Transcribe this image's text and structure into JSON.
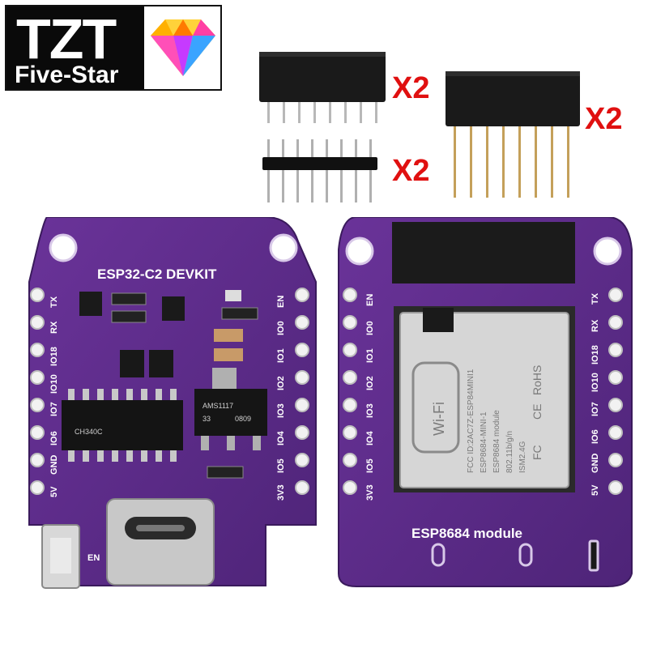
{
  "logo": {
    "brand": "TZT",
    "tagline": "Five-Star",
    "icon": "diamond-icon"
  },
  "headers": {
    "female_8pin_qty": "X2",
    "male_8pin_qty": "X2",
    "long_female_8pin_qty": "X2"
  },
  "devkit_board": {
    "title": "ESP32-C2 DEVKIT",
    "left_pins": [
      "TX",
      "RX",
      "IO18",
      "IO10",
      "IO7",
      "IO6",
      "GND",
      "5V"
    ],
    "right_pins": [
      "EN",
      "IO0",
      "IO1",
      "IO2",
      "IO3",
      "IO4",
      "IO5",
      "3V3"
    ],
    "usb_chip": "CH340C",
    "regulator_line1": "AMS1117",
    "regulator_line2": "33",
    "regulator_line3": "0809",
    "button_label": "EN",
    "colors": {
      "pcb": "#5a2a86",
      "pcb_dark": "#43206a",
      "silk": "#ffffff"
    }
  },
  "module_board": {
    "title": "ESP8684 module",
    "left_pins": [
      "EN",
      "IO0",
      "IO1",
      "IO2",
      "IO3",
      "IO4",
      "IO5",
      "3V3"
    ],
    "right_pins": [
      "TX",
      "RX",
      "IO18",
      "IO10",
      "IO7",
      "IO6",
      "GND",
      "5V"
    ],
    "shield_lines": [
      "ESP8684-MINI-1",
      "ESP8684 module",
      "802.11b/g/n",
      "ISM2.4G",
      "FCC ID:2AC7Z-ESP84MINI1"
    ],
    "cert_marks": [
      "FC",
      "CE",
      "RoHS"
    ],
    "wifi_logo": "Wi-Fi"
  }
}
